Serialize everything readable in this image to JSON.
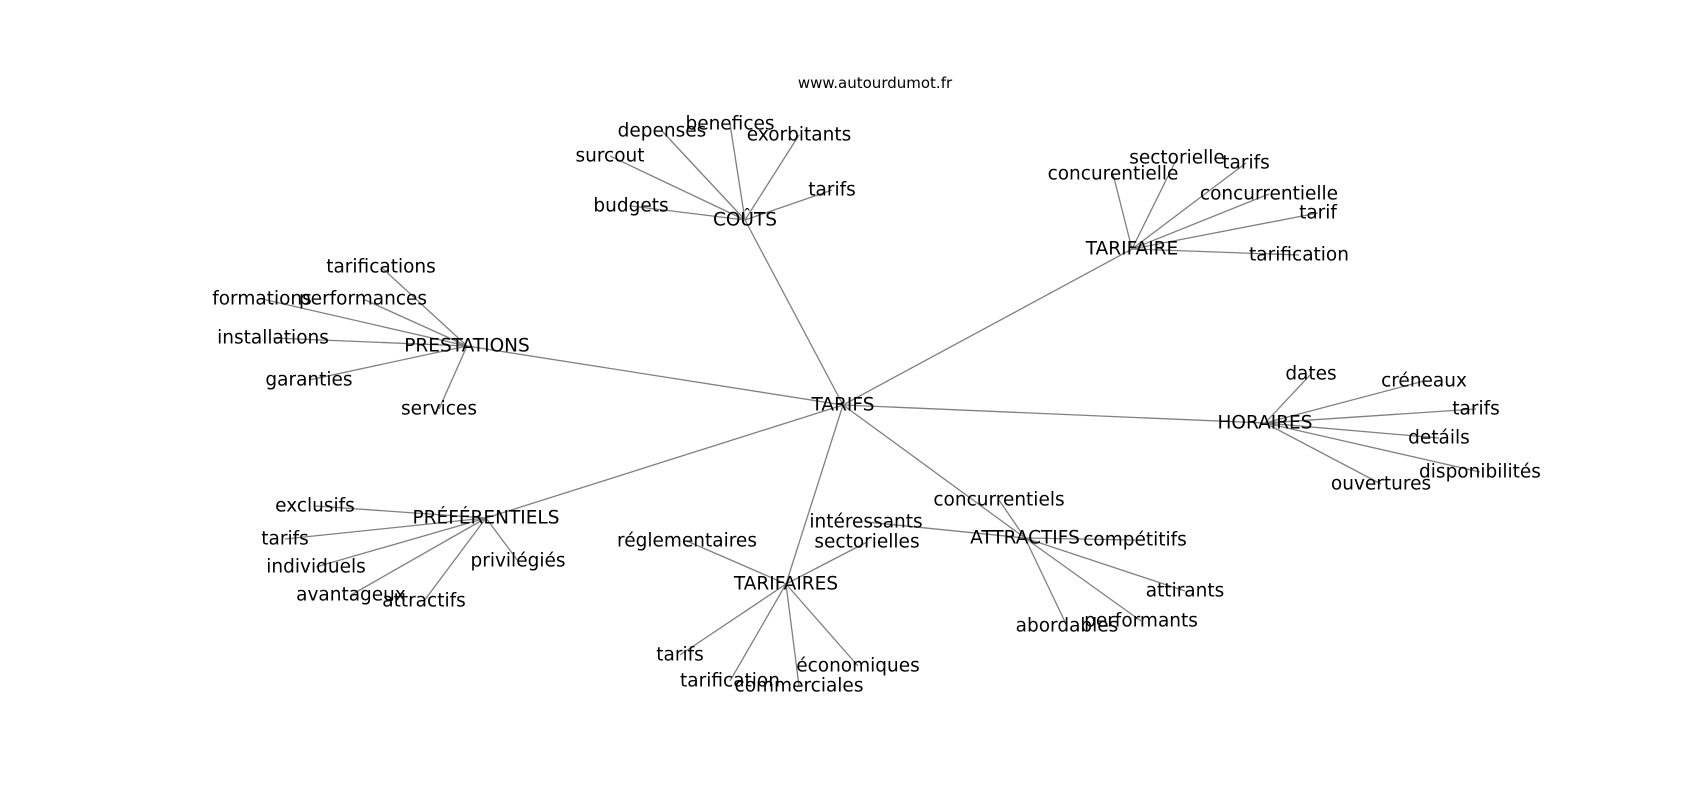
{
  "site": "www.autourdumot.fr",
  "root": "TARIFS",
  "groups": [
    {
      "id": "couts",
      "label": "COÛTS",
      "leaves": [
        "benefices",
        "depenses",
        "exorbitants",
        "surcout",
        "tarifs",
        "budgets"
      ]
    },
    {
      "id": "tarifaire",
      "label": "TARIFAIRE",
      "leaves": [
        "sectorielle",
        "tarifs",
        "concurentielle",
        "concurrentielle",
        "tarif",
        "tarification"
      ]
    },
    {
      "id": "prestations",
      "label": "PRESTATIONS",
      "leaves": [
        "tarifications",
        "formations",
        "performances",
        "installations",
        "garanties",
        "services"
      ]
    },
    {
      "id": "horaires",
      "label": "HORAIRES",
      "leaves": [
        "dates",
        "créneaux",
        "tarifs",
        "detáils",
        "disponibilités",
        "ouvertures"
      ]
    },
    {
      "id": "preferentiels",
      "label": "PRÉFÉRENTIELS",
      "leaves": [
        "exclusifs",
        "tarifs",
        "individuels",
        "privilégiés",
        "avantageux",
        "attractifs"
      ]
    },
    {
      "id": "attractifs",
      "label": "ATTRACTIFS",
      "leaves": [
        "concurrentiels",
        "intéressants",
        "compétitifs",
        "attirants",
        "performants",
        "abordables"
      ]
    },
    {
      "id": "tarifaires",
      "label": "TARIFAIRES",
      "leaves": [
        "réglementaires",
        "sectorielles",
        "tarifs",
        "tarification",
        "commerciales",
        "économiques"
      ]
    }
  ]
}
